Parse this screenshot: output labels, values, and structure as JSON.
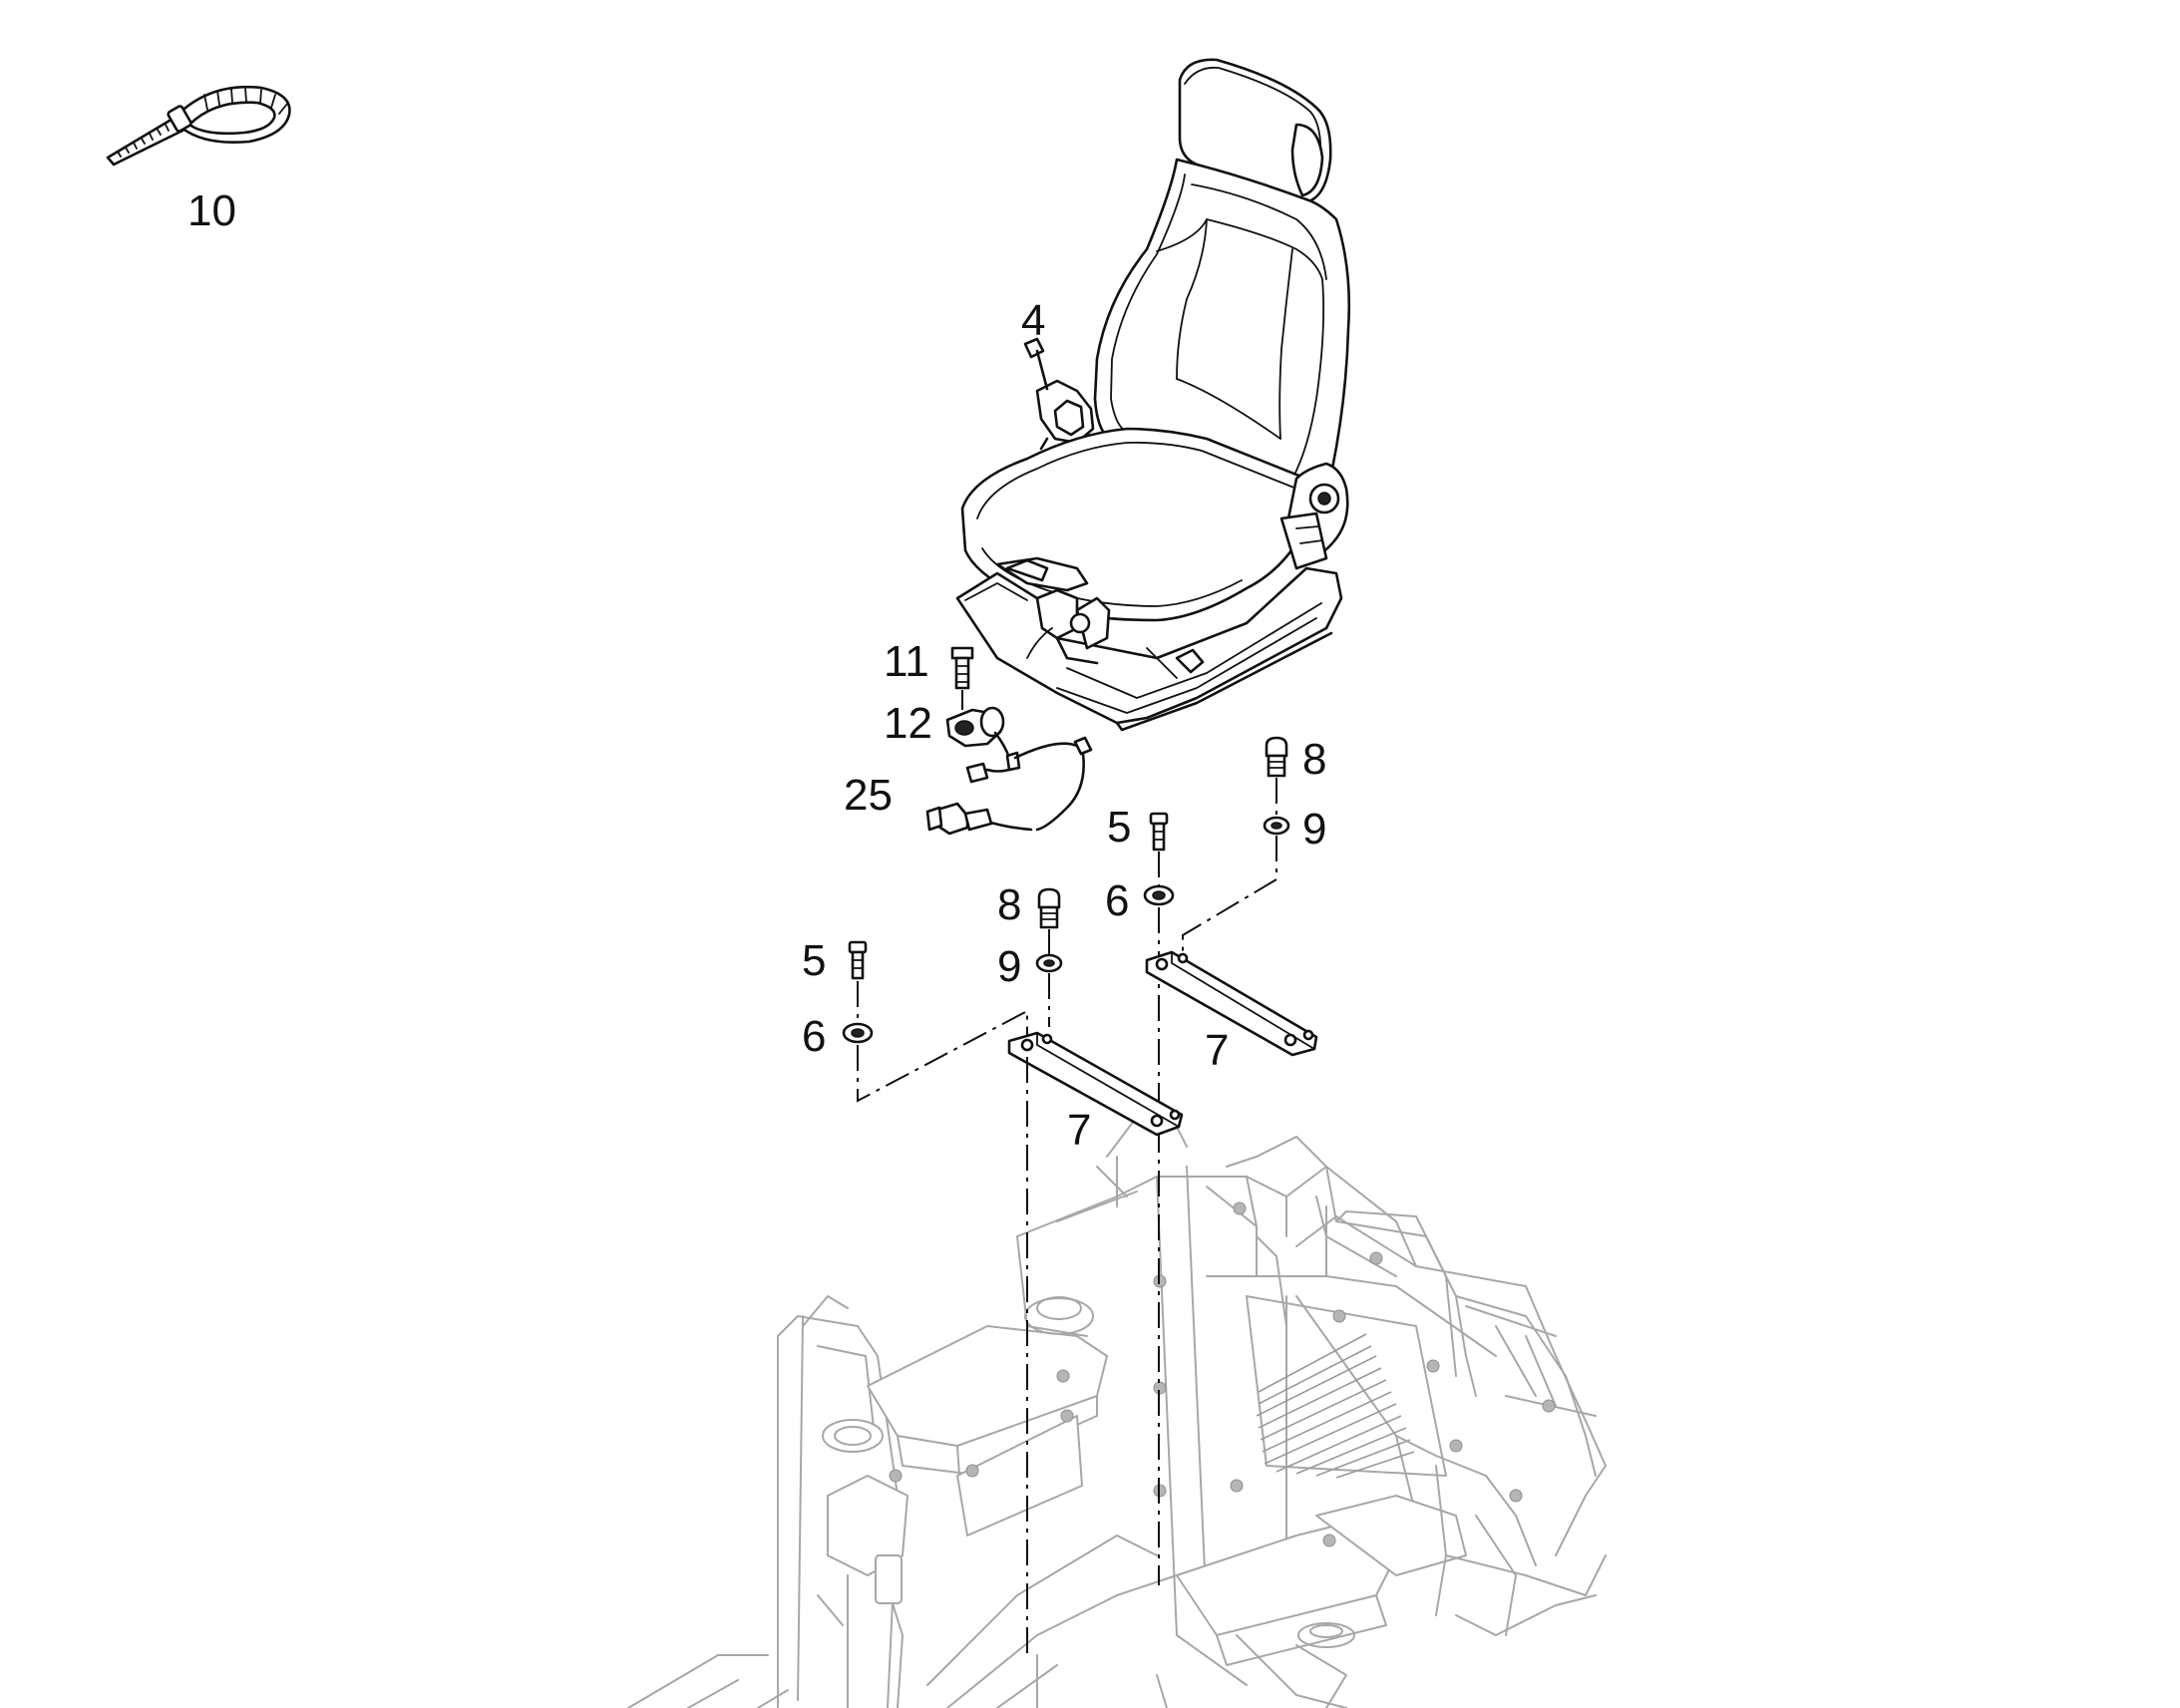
{
  "diagram": {
    "callouts": [
      {
        "id": "c10",
        "text": "10"
      },
      {
        "id": "c4",
        "text": "4"
      },
      {
        "id": "c11",
        "text": "11"
      },
      {
        "id": "c12",
        "text": "12"
      },
      {
        "id": "c25",
        "text": "25"
      },
      {
        "id": "c8a",
        "text": "8"
      },
      {
        "id": "c9a",
        "text": "9"
      },
      {
        "id": "c5a",
        "text": "5"
      },
      {
        "id": "c6a",
        "text": "6"
      },
      {
        "id": "c8b",
        "text": "8"
      },
      {
        "id": "c9b",
        "text": "9"
      },
      {
        "id": "c5b",
        "text": "5"
      },
      {
        "id": "c6b",
        "text": "6"
      },
      {
        "id": "c7a",
        "text": "7"
      },
      {
        "id": "c7b",
        "text": "7"
      }
    ]
  },
  "colors": {
    "line": "#111111",
    "context": "#a7a7a7",
    "background": "#ffffff"
  }
}
